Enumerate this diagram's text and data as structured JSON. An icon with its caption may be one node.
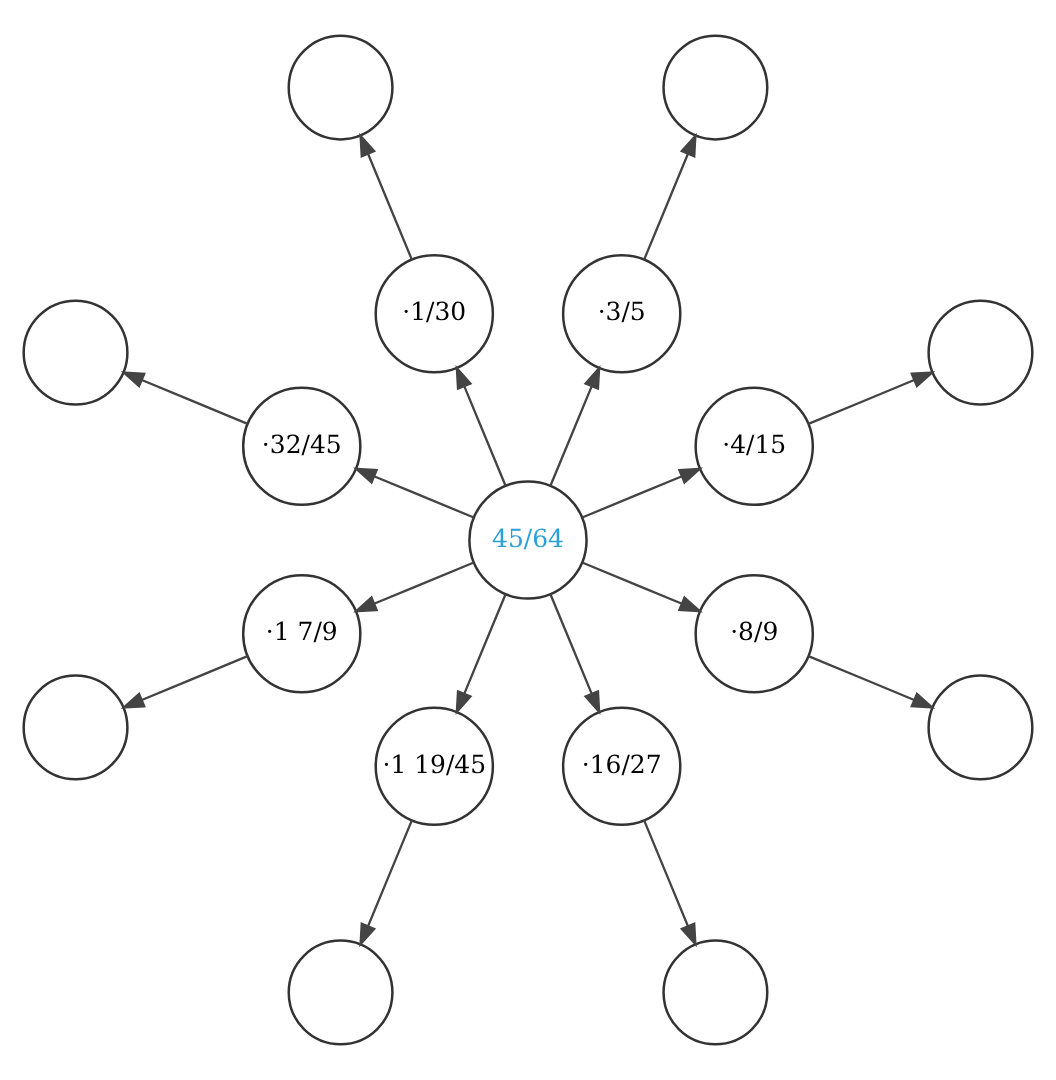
{
  "diagram": {
    "nodes": [
      {
        "text": [
          "45/64"
        ]
      },
      {
        "text": [
          "·4/15"
        ]
      },
      {
        "text": [
          "·3/5"
        ]
      },
      {
        "text": [
          "·1/30"
        ]
      },
      {
        "text": [
          "·32/45"
        ]
      },
      {
        "text": [
          "·1 7/9"
        ]
      },
      {
        "text": [
          "·1 19/45"
        ]
      },
      {
        "text": [
          "·16/27"
        ]
      },
      {
        "text": [
          "·8/9"
        ]
      },
      {
        "text": [],
        "shape": "circle"
      },
      {
        "text": [],
        "shape": "circle"
      },
      {
        "text": [],
        "shape": "circle"
      },
      {
        "text": [],
        "shape": "circle"
      },
      {
        "text": [],
        "shape": "circle"
      },
      {
        "text": [],
        "shape": "circle"
      },
      {
        "text": [],
        "shape": "circle"
      },
      {
        "text": [],
        "shape": "circle"
      }
    ],
    "edges": [
      {
        "from": 0,
        "to": 1,
        "arrow": "to"
      },
      {
        "from": 0,
        "to": 2,
        "arrow": "to"
      },
      {
        "from": 0,
        "to": 3,
        "arrow": "to"
      },
      {
        "from": 0,
        "to": 4,
        "arrow": "to"
      },
      {
        "from": 0,
        "to": 5,
        "arrow": "to"
      },
      {
        "from": 0,
        "to": 6,
        "arrow": "to"
      },
      {
        "from": 0,
        "to": 7,
        "arrow": "to"
      },
      {
        "from": 0,
        "to": 8,
        "arrow": "to"
      },
      {
        "from": 1,
        "to": 9,
        "arrow": "to"
      },
      {
        "from": 2,
        "to": 10,
        "arrow": "to"
      },
      {
        "from": 3,
        "to": 11,
        "arrow": "to"
      },
      {
        "from": 4,
        "to": 12,
        "arrow": "to"
      },
      {
        "from": 5,
        "to": 13,
        "arrow": "to"
      },
      {
        "from": 6,
        "to": 14,
        "arrow": "to"
      },
      {
        "from": 7,
        "to": 15,
        "arrow": "to"
      },
      {
        "from": 8,
        "to": 16,
        "arrow": "to"
      }
    ]
  }
}
